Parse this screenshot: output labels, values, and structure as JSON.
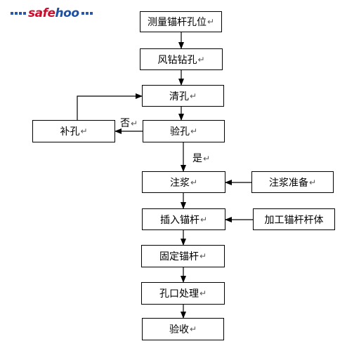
{
  "logo": {
    "part1": "safe",
    "part2": "hoo"
  },
  "mark": "↵",
  "nodes": {
    "measure": "测量锚杆孔位",
    "drill": "风钻钻孔",
    "clean": "清孔",
    "inspect": "验孔",
    "refill": "补孔",
    "grout": "注浆",
    "grout_prep": "注浆准备",
    "insert": "插入锚杆",
    "fabricate": "加工锚杆杆体",
    "fix": "固定锚杆",
    "mouth": "孔口处理",
    "accept": "验收"
  },
  "labels": {
    "no": "否",
    "yes": "是"
  }
}
